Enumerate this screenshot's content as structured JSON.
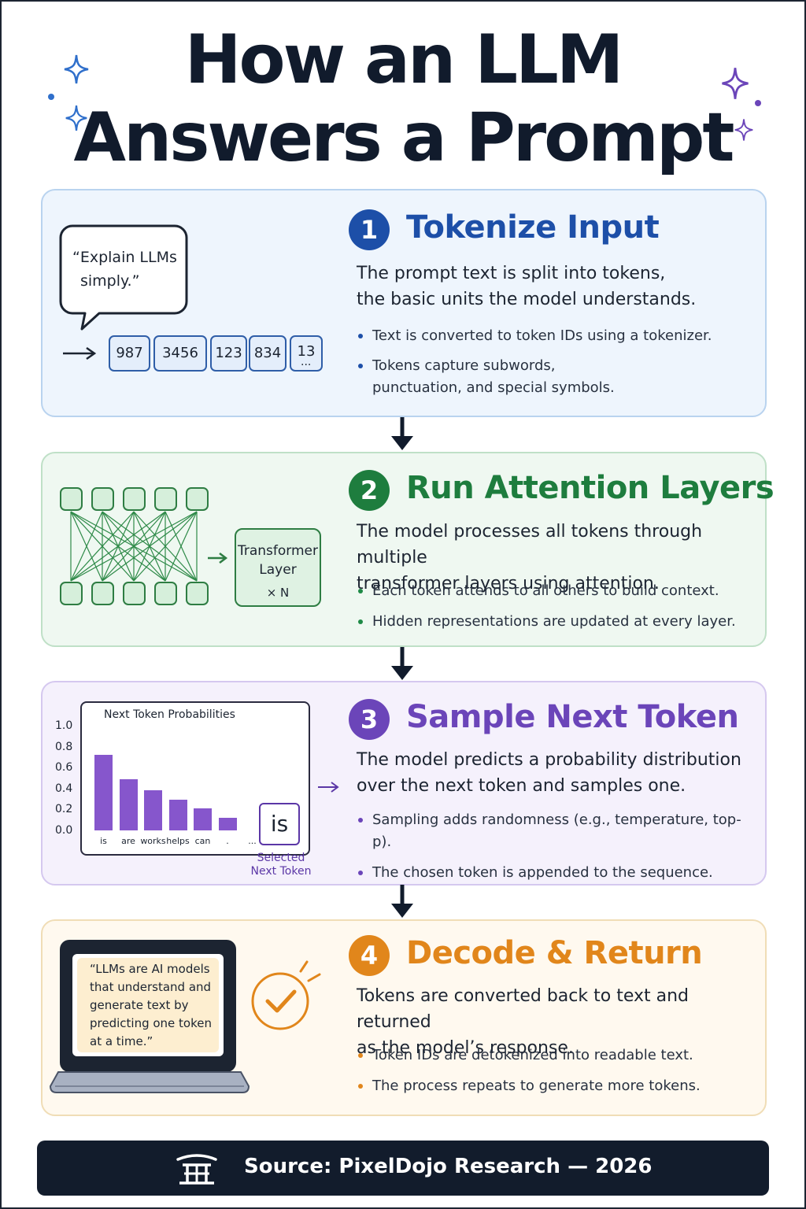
{
  "title": {
    "line1": "How an LLM",
    "line2": "Answers a Prompt"
  },
  "colors": {
    "blue": "#1d4fa8",
    "green": "#1e7d3e",
    "purple": "#6b45b9",
    "orange": "#e1861b",
    "dark": "#121c2c"
  },
  "steps": [
    {
      "number": "1",
      "heading": "Tokenize Input",
      "description_lines": [
        "The prompt text is split into tokens,",
        "the basic units the model understands."
      ],
      "bullets": [
        "Text is converted to token IDs using a tokenizer.",
        "Tokens capture subwords, punctuation, and special symbols."
      ],
      "visual": {
        "prompt_line1": "“Explain LLMs",
        "prompt_line2": "simply.”",
        "tokens": [
          "987",
          "3456",
          "123",
          "834",
          "13"
        ],
        "more": "..."
      }
    },
    {
      "number": "2",
      "heading": "Run Attention Layers",
      "description_lines": [
        "The model processes all tokens through multiple",
        "transformer layers using attention."
      ],
      "bullets": [
        "Each token attends to all others to build context.",
        "Hidden representations are updated at every layer."
      ],
      "visual": {
        "box_line1": "Transformer",
        "box_line2": "Layer",
        "box_line3": "× N"
      }
    },
    {
      "number": "3",
      "heading": "Sample Next Token",
      "description_lines": [
        "The model predicts a probability distribution",
        "over the next token and samples one."
      ],
      "bullets": [
        "Sampling adds randomness (e.g., temperature, top-p).",
        "The chosen token is appended to the sequence."
      ],
      "visual": {
        "selected_token": "is",
        "selected_label_line1": "Selected",
        "selected_label_line2": "Next Token"
      }
    },
    {
      "number": "4",
      "heading": "Decode & Return",
      "description_lines": [
        "Tokens are converted back to text and returned",
        "as the model’s response."
      ],
      "bullets": [
        "Token IDs are detokenized into readable text.",
        "The process repeats to generate more tokens."
      ],
      "visual": {
        "response_lines": [
          "“LLMs are AI models",
          "that understand and",
          "generate text by",
          "predicting one token",
          "at a time.”"
        ]
      }
    }
  ],
  "chart_data": {
    "type": "bar",
    "title": "Next Token Probabilities",
    "categories": [
      "is",
      "are",
      "works",
      "helps",
      "can",
      ".",
      "..."
    ],
    "values": [
      0.72,
      0.49,
      0.38,
      0.29,
      0.21,
      0.12,
      0
    ],
    "ylim": [
      0,
      1.0
    ],
    "yticks": [
      "1.0",
      "0.8",
      "0.6",
      "0.4",
      "0.2",
      "0.0"
    ],
    "xlabel": "",
    "ylabel": ""
  },
  "footer": {
    "text": "Source:  PixelDojo Research — 2026"
  }
}
